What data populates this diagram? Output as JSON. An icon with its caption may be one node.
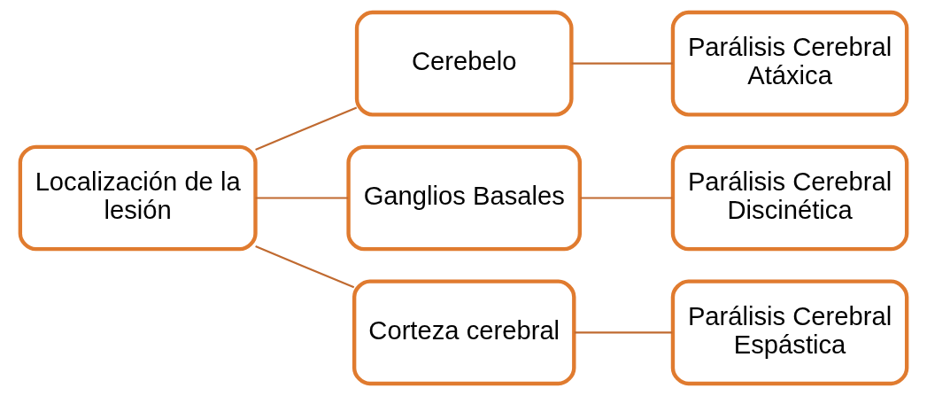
{
  "diagram": {
    "nodes": [
      {
        "text": [
          "Localización de la lesión"
        ]
      },
      {
        "text": [
          "Cerebelo"
        ]
      },
      {
        "text": [
          "Ganglios Basales"
        ]
      },
      {
        "text": [
          "Corteza cerebral"
        ]
      },
      {
        "text": [
          "Parálisis Cerebral Atáxica"
        ]
      },
      {
        "text": [
          "Parálisis Cerebral Discinética"
        ]
      },
      {
        "text": [
          "Parálisis Cerebral Espástica"
        ]
      }
    ],
    "edges": [
      {
        "from": 0,
        "to": 1,
        "arrow": "none"
      },
      {
        "from": 0,
        "to": 2,
        "arrow": "none"
      },
      {
        "from": 0,
        "to": 3,
        "arrow": "none"
      },
      {
        "from": 1,
        "to": 4,
        "arrow": "none"
      },
      {
        "from": 2,
        "to": 5,
        "arrow": "none"
      },
      {
        "from": 3,
        "to": 6,
        "arrow": "none"
      }
    ]
  }
}
